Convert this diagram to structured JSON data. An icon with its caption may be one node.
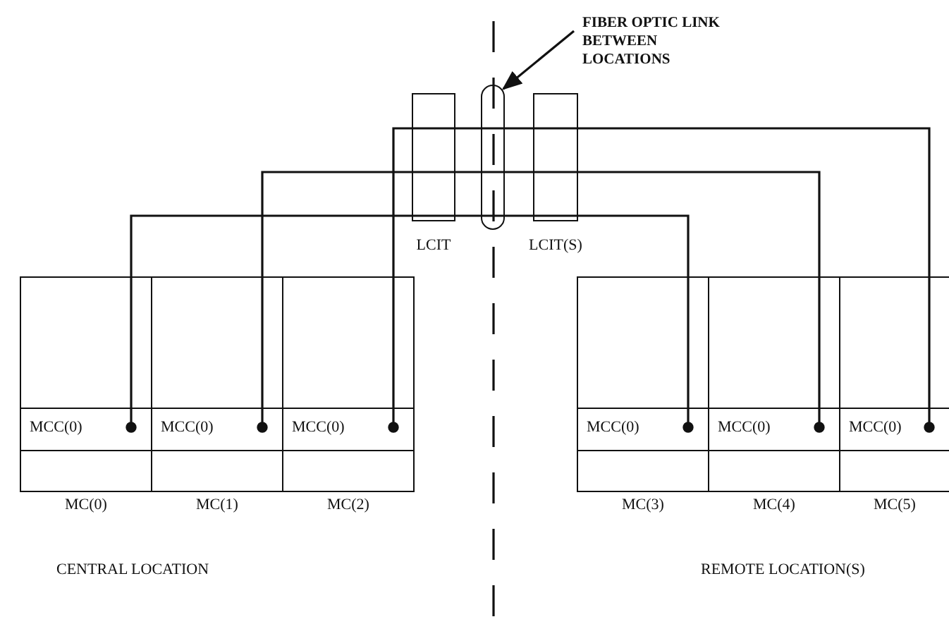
{
  "diagram": {
    "nodes": [
      {
        "text": [
          "FIBER OPTIC LINK BETWEEN LOCATIONS"
        ]
      },
      {
        "text": [
          "LCIT"
        ]
      },
      {
        "text": [],
        "shape": "capsule"
      },
      {
        "text": [
          "LCIT(S)"
        ]
      },
      {
        "text": [
          "MC(0)"
        ]
      },
      {
        "text": [
          "MCC(0)"
        ],
        "in": 4
      },
      {
        "text": [
          "MC(1)"
        ]
      },
      {
        "text": [
          "MCC(0)"
        ],
        "in": 6
      },
      {
        "text": [
          "MC(2)"
        ]
      },
      {
        "text": [
          "MCC(0)"
        ],
        "in": 8
      },
      {
        "text": [
          "MC(3)"
        ]
      },
      {
        "text": [
          "MCC(0)"
        ],
        "in": 10
      },
      {
        "text": [
          "MC(4)"
        ]
      },
      {
        "text": [
          "MCC(0)"
        ],
        "in": 12
      },
      {
        "text": [
          "MC(5)"
        ]
      },
      {
        "text": [
          "MCC(0)"
        ],
        "in": 14
      }
    ],
    "edges": [
      {
        "from": 0,
        "to": 2,
        "arrow": "to"
      },
      {
        "from": 5,
        "to": 1,
        "arrow": "other"
      },
      {
        "from": 1,
        "to": 2,
        "arrow": "none"
      },
      {
        "from": 2,
        "to": 3,
        "arrow": "none"
      },
      {
        "from": 3,
        "to": 11,
        "arrow": "other"
      },
      {
        "from": 7,
        "to": 1,
        "arrow": "other"
      },
      {
        "from": 1,
        "to": 2,
        "arrow": "none"
      },
      {
        "from": 2,
        "to": 3,
        "arrow": "none"
      },
      {
        "from": 3,
        "to": 13,
        "arrow": "other"
      },
      {
        "from": 9,
        "to": 1,
        "arrow": "other"
      },
      {
        "from": 1,
        "to": 2,
        "arrow": "none"
      },
      {
        "from": 2,
        "to": 3,
        "arrow": "none"
      },
      {
        "from": 3,
        "to": 15,
        "arrow": "other"
      }
    ],
    "labels": [
      "CENTRAL LOCATION",
      "REMOTE LOCATION(S)"
    ]
  }
}
